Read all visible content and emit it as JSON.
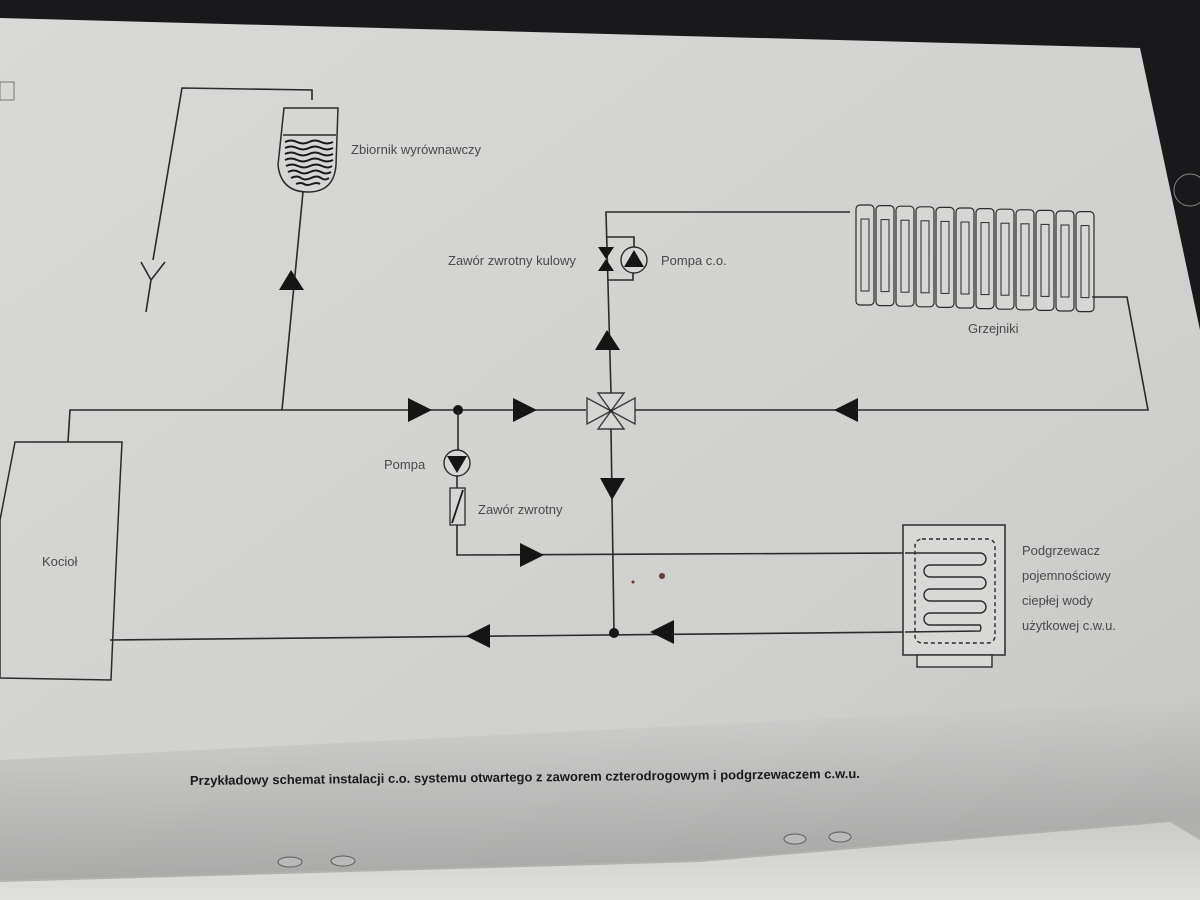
{
  "document": {
    "caption": "Przykładowy schemat instalacji c.o. systemu otwartego z zaworem czterodrogowym i podgrzewaczem c.w.u."
  },
  "diagram": {
    "title": "Schemat instalacji c.o. systemu otwartego",
    "components": {
      "expansion_tank": {
        "label": "Zbiornik wyrównawczy",
        "icon": "expansion-tank-icon"
      },
      "check_ball_valve": {
        "label": "Zawór zwrotny kulowy",
        "icon": "ball-check-valve-icon"
      },
      "co_pump": {
        "label": "Pompa c.o.",
        "icon": "pump-icon"
      },
      "radiators": {
        "label": "Grzejniki",
        "icon": "radiator-icon"
      },
      "boiler": {
        "label": "Kocioł",
        "icon": "boiler-box"
      },
      "pump": {
        "label": "Pompa",
        "icon": "pump-icon"
      },
      "check_valve": {
        "label": "Zawór zwrotny",
        "icon": "check-valve-icon"
      },
      "four_way_valve": {
        "label": "",
        "icon": "four-way-valve-icon"
      },
      "water_heater": {
        "label_lines": [
          "Podgrzewacz",
          "pojemnościowy",
          "ciepłej wody",
          "użytkowej c.w.u."
        ],
        "icon": "storage-water-heater-icon"
      },
      "overflow_vent": {
        "label": "",
        "icon": "vent-funnel-icon"
      }
    },
    "flow_arrows": [
      {
        "segment": "expansion-pipe",
        "direction": "up"
      },
      {
        "segment": "supply-main-1",
        "direction": "right"
      },
      {
        "segment": "supply-main-2",
        "direction": "right"
      },
      {
        "segment": "radiator-riser",
        "direction": "up"
      },
      {
        "segment": "radiator-return",
        "direction": "left"
      },
      {
        "segment": "valve-down",
        "direction": "down"
      },
      {
        "segment": "heater-supply",
        "direction": "right"
      },
      {
        "segment": "heater-return",
        "direction": "left"
      },
      {
        "segment": "boiler-return",
        "direction": "left"
      }
    ]
  }
}
